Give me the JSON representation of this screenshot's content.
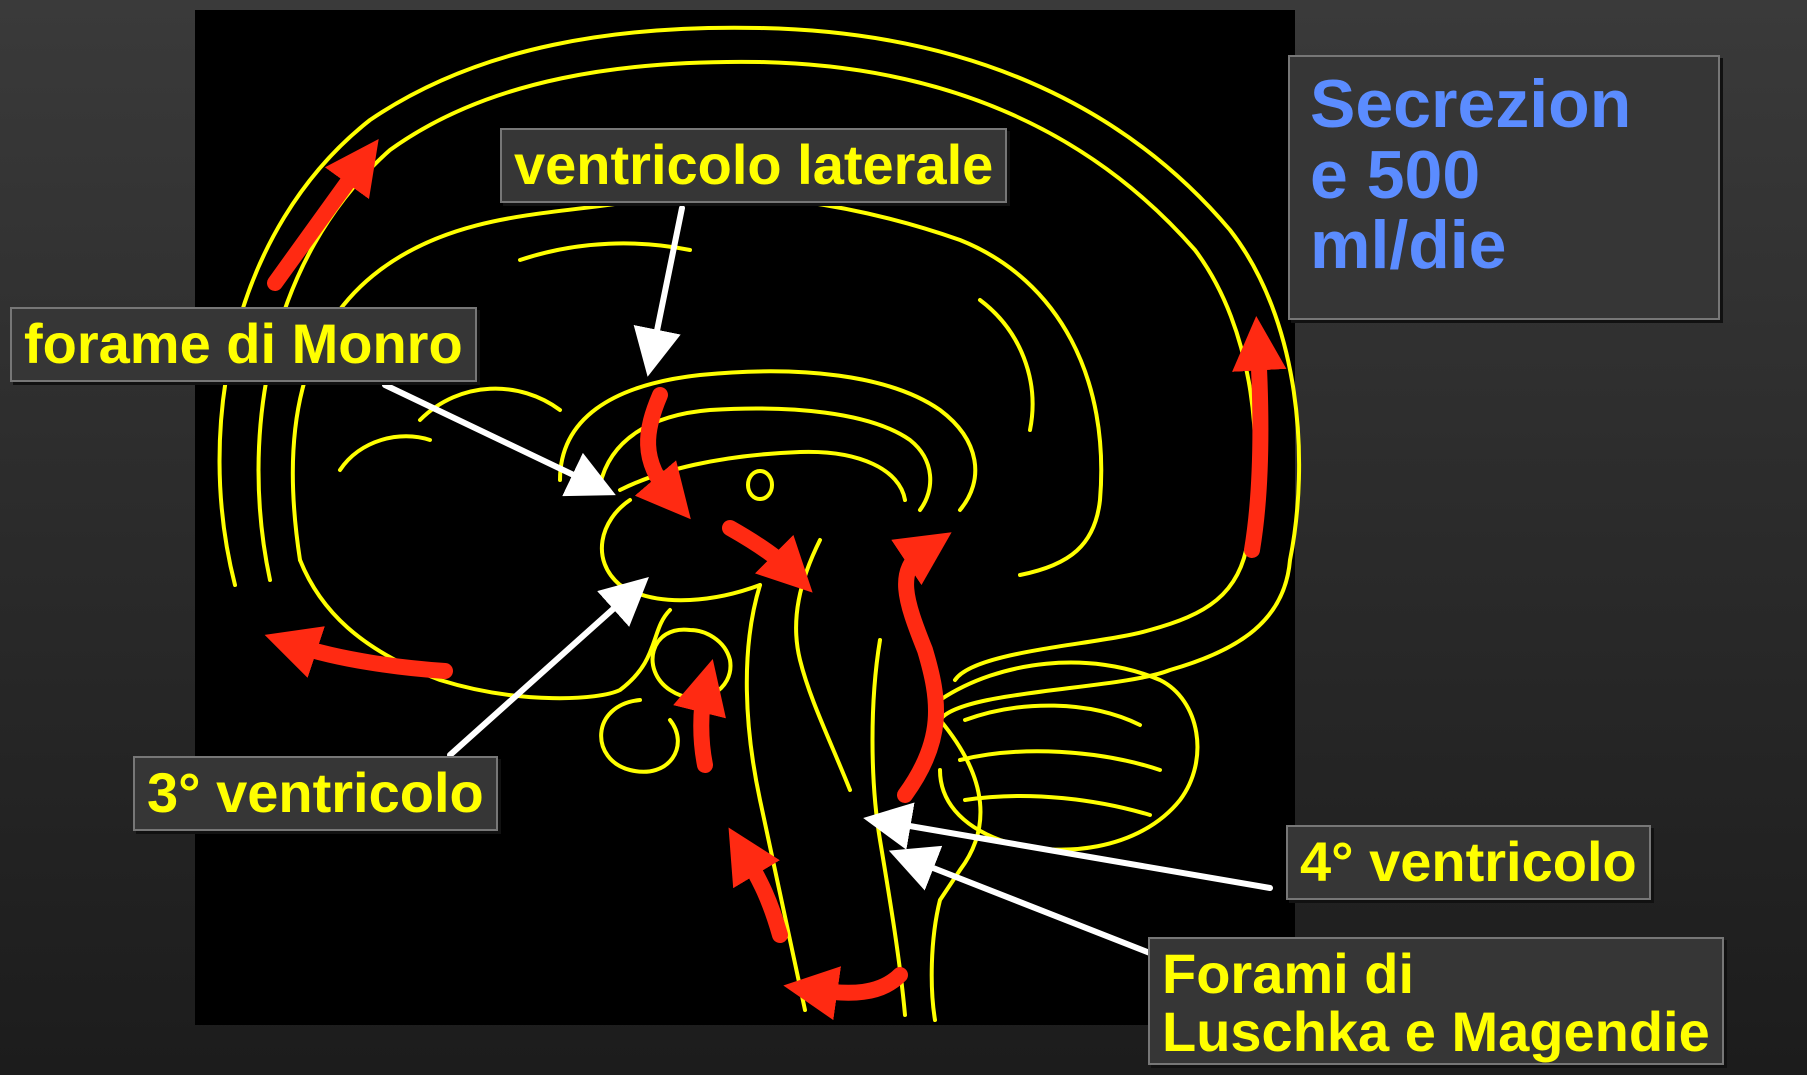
{
  "labels": {
    "lateral_ventricle": "ventricolo laterale",
    "foramen_monro": "forame di Monro",
    "third_ventricle": "3° ventricolo",
    "fourth_ventricle": "4° ventricolo",
    "foramina_line1": "Forami di",
    "foramina_line2": "Luschka e Magendie"
  },
  "note": {
    "line1": "Secrezion",
    "line2": "e 500",
    "line3": "ml/die"
  },
  "colors": {
    "outline": "#ffff00",
    "flow_arrow": "#ff2a12",
    "pointer_arrow": "#ffffff",
    "label_text": "#ffff00",
    "note_text": "#5b8cff"
  }
}
